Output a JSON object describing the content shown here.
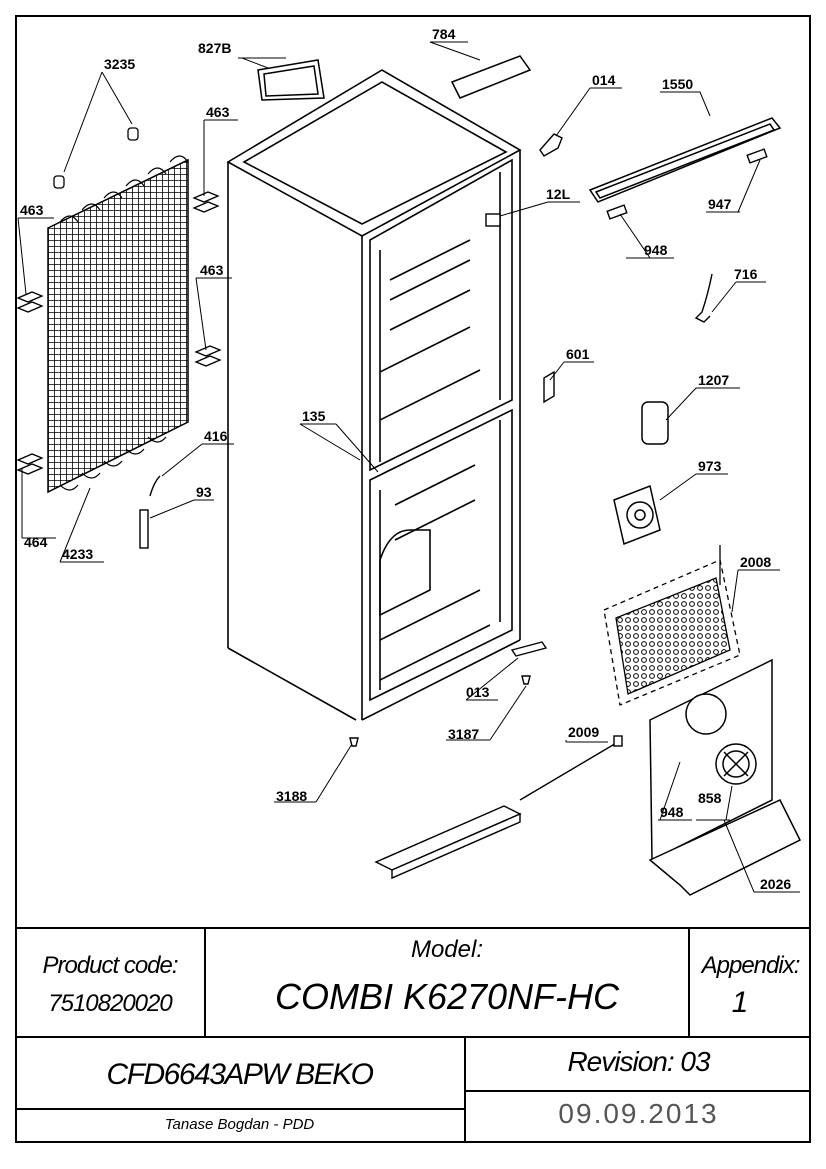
{
  "labels": {
    "p827B": "827B",
    "p784": "784",
    "p3235": "3235",
    "p463a": "463",
    "p014": "014",
    "p1550": "1550",
    "p12L": "12L",
    "p947": "947",
    "p463b": "463",
    "p463c": "463",
    "p948a": "948",
    "p716": "716",
    "p601": "601",
    "p1207": "1207",
    "p135": "135",
    "p416": "416",
    "p93": "93",
    "p973": "973",
    "p464": "464",
    "p4233": "4233",
    "p2008": "2008",
    "p013": "013",
    "p3187": "3187",
    "p2009": "2009",
    "p3188": "3188",
    "p948b": "948",
    "p858": "858",
    "p2026": "2026"
  },
  "title_block": {
    "product_code_label": "Product code:",
    "product_code": "7510820020",
    "model_label": "Model:",
    "model": "COMBI K6270NF-HC",
    "appendix_label": "Appendix:",
    "appendix": "1",
    "product_name": "CFD6643APW BEKO",
    "revision": "Revision: 03",
    "author": "Tanase Bogdan - PDD",
    "date": "09.09.2013"
  }
}
